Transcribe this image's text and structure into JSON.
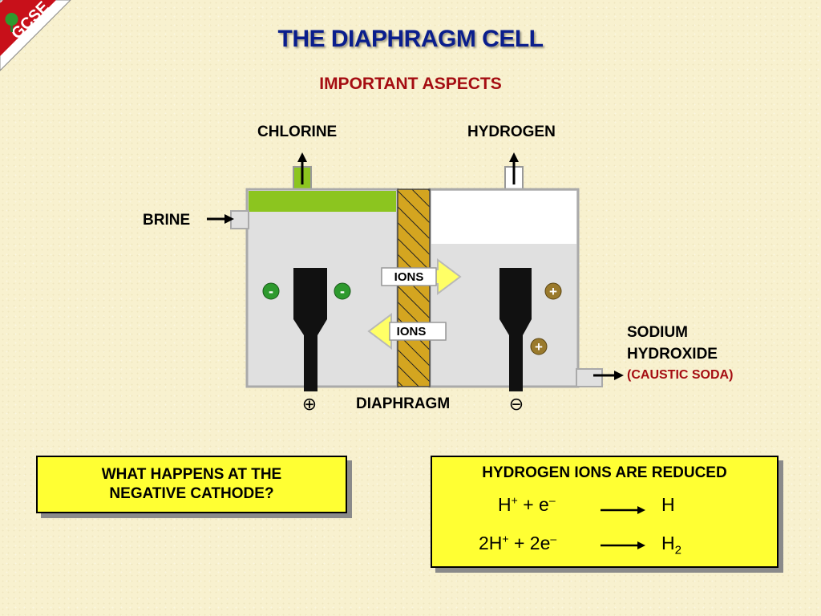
{
  "badge": "GCSE",
  "title": "THE DIAPHRAGM CELL",
  "subtitle": "IMPORTANT ASPECTS",
  "labels": {
    "chlorine": "CHLORINE",
    "hydrogen": "HYDROGEN",
    "brine": "BRINE",
    "sodium": "SODIUM",
    "hydroxide": "HYDROXIDE",
    "caustic": "(CAUSTIC SODA)",
    "diaphragm": "DIAPHRAGM",
    "ions_top": "IONS",
    "ions_bottom": "IONS",
    "anode_sign": "⊕",
    "cathode_sign": "⊖",
    "ion_neg": "-",
    "ion_pos": "+"
  },
  "question": {
    "line1": "WHAT HAPPENS AT THE",
    "line2": "NEGATIVE CATHODE?"
  },
  "answer": {
    "title": "HYDROGEN IONS ARE REDUCED",
    "eq1": {
      "h": "H",
      "plus1": "+",
      "op": "+ e",
      "minus": "–",
      "product": "H"
    },
    "eq2": {
      "h": "2H",
      "plus1": "+",
      "op": "+ 2e",
      "minus": "–",
      "product": "H",
      "sub": "2"
    }
  },
  "colors": {
    "title": "#0a1e8c",
    "subtitle": "#a50d12",
    "chlorine_gas": "#8cc51f",
    "liquid": "#e0e0e0",
    "diaphragm": "#d4a520",
    "box": "#ffff33",
    "ion_neg": "#2e9a2e",
    "ion_pos": "#9a7a2c"
  }
}
